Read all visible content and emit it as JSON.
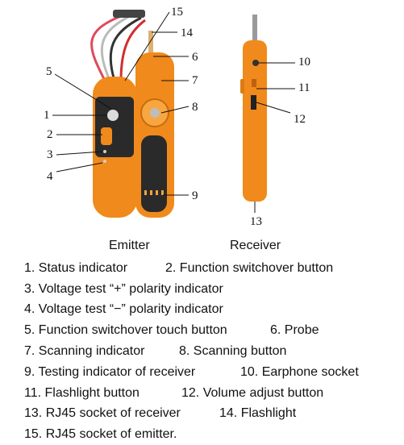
{
  "callouts": [
    "1",
    "2",
    "3",
    "4",
    "5",
    "6",
    "7",
    "8",
    "9",
    "10",
    "11",
    "12",
    "13",
    "14",
    "15"
  ],
  "captions": {
    "emitter": "Emitter",
    "receiver": "Receiver"
  },
  "legend": [
    [
      "1. Status indicator",
      "2. Function switchover button"
    ],
    [
      "3. Voltage test “+” polarity indicator"
    ],
    [
      "4. Voltage test “−” polarity indicator"
    ],
    [
      "5. Function switchover touch button",
      "6. Probe"
    ],
    [
      "7. Scanning indicator",
      "8. Scanning button"
    ],
    [
      "9. Testing indicator of receiver",
      "10. Earphone socket"
    ],
    [
      "11. Flashlight button",
      "12. Volume adjust button"
    ],
    [
      "13. RJ45 socket of receiver",
      "14. Flashlight"
    ],
    [
      "15. RJ45 socket of emitter."
    ]
  ],
  "colors": {
    "device_orange": "#f08a1c",
    "device_dark": "#2a2a2a",
    "line": "#111111"
  }
}
